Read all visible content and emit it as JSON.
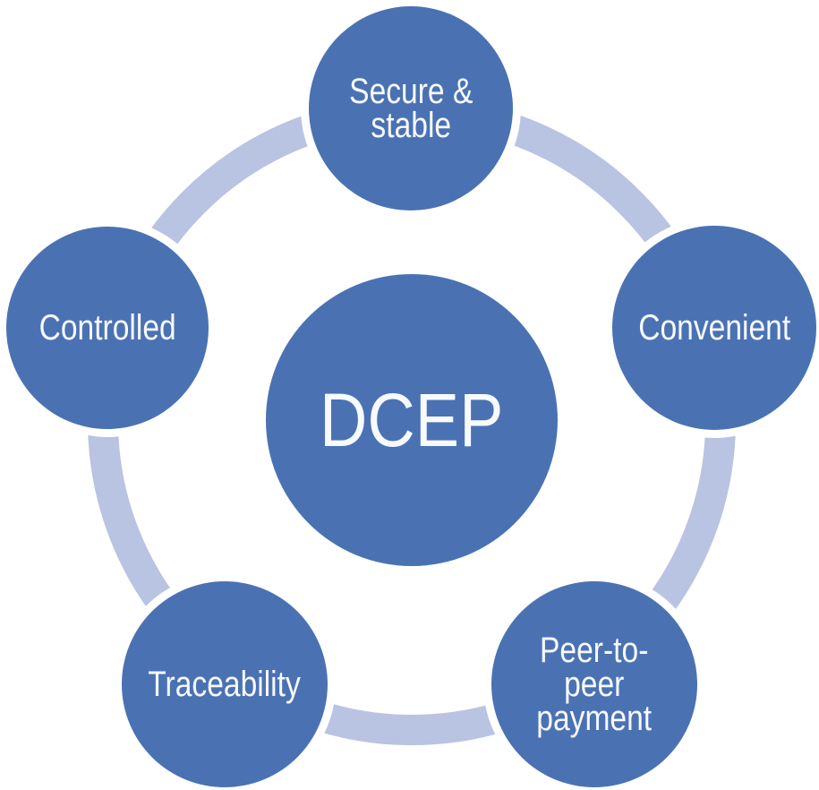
{
  "diagram": {
    "type": "cycle",
    "center_node": {
      "label": "DCEP"
    },
    "nodes": [
      {
        "position": "top",
        "label": "Secure &\nstable"
      },
      {
        "position": "right",
        "label": "Convenient"
      },
      {
        "position": "bottom-right",
        "label": "Peer-to-\npeer\npayment"
      },
      {
        "position": "bottom-left",
        "label": "Traceability"
      },
      {
        "position": "left",
        "label": "Controlled"
      }
    ],
    "colors": {
      "circle_fill": "#4A72B3",
      "ring": "#B9C3E2",
      "halo": "#FFFFFF",
      "label_text": "#F7F9FC",
      "background": "#FFFFFF"
    }
  }
}
